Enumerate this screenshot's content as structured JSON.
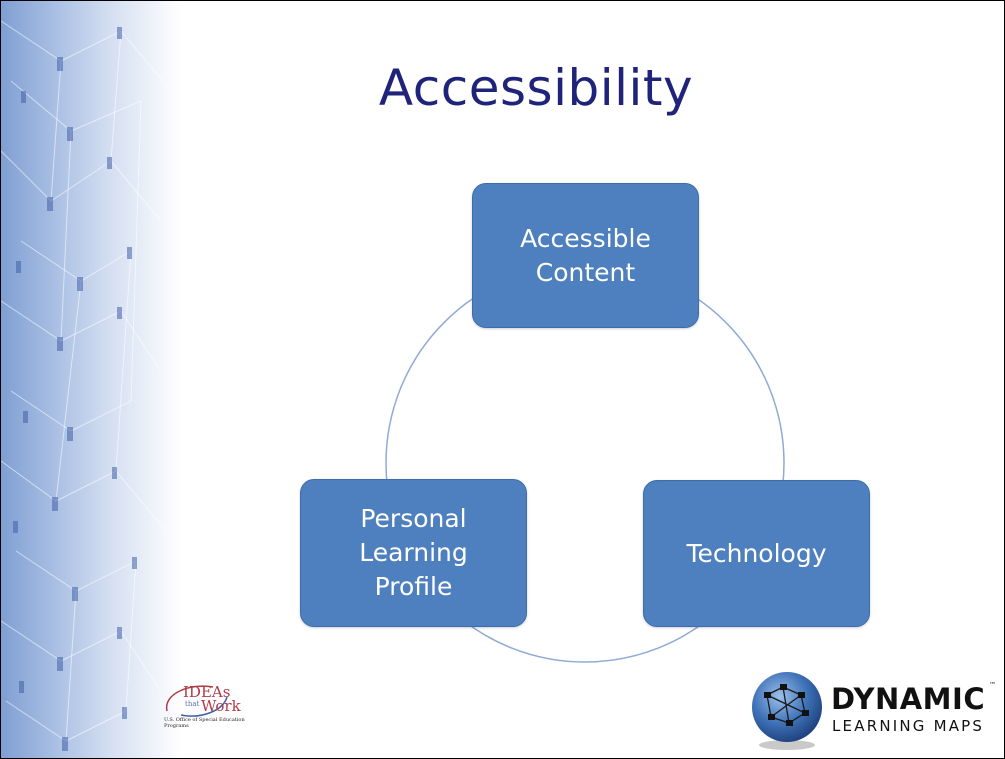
{
  "slide": {
    "title": "Accessibility"
  },
  "diagram": {
    "nodes": [
      {
        "label": "Accessible\nContent"
      },
      {
        "label": "Personal\nLearning\nProfile"
      },
      {
        "label": "Technology"
      }
    ],
    "colors": {
      "node_fill": "#4e7fbe",
      "connector": "#8faad6",
      "title": "#1f237a"
    }
  },
  "logos": {
    "ideas": {
      "word1": "IDEAs",
      "word2": "that",
      "word3": "Work",
      "subtitle": "U.S. Office of Special Education Programs"
    },
    "dlm": {
      "name": "DYNAMIC",
      "trademark": "™",
      "tagline": "LEARNING MAPS"
    }
  }
}
